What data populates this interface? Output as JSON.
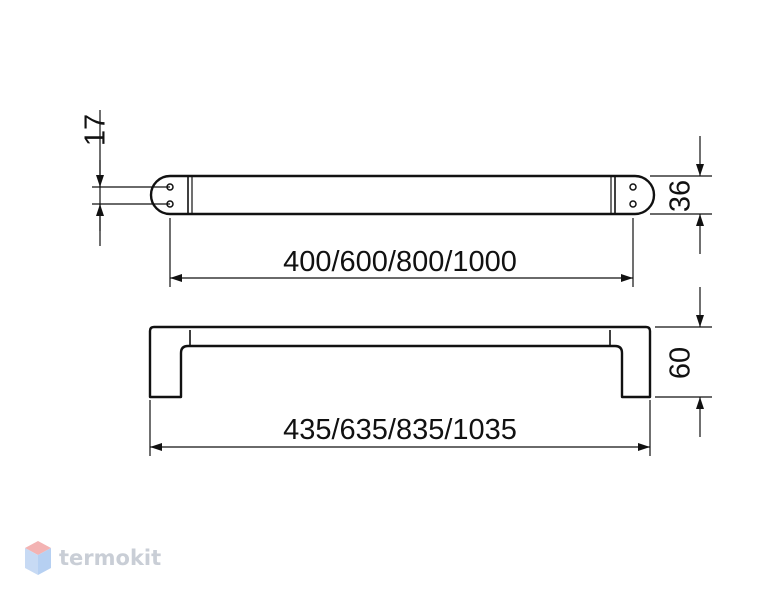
{
  "drawing": {
    "dimensions": {
      "top_length": "400/600/800/1000",
      "bottom_length": "435/635/835/1035",
      "hole_spacing": "17",
      "top_height": "36",
      "bottom_height": "60"
    }
  },
  "logo": {
    "text": "termokit",
    "colors": [
      "#f3b3b3",
      "#b6d0f2",
      "#c9ced6"
    ]
  }
}
